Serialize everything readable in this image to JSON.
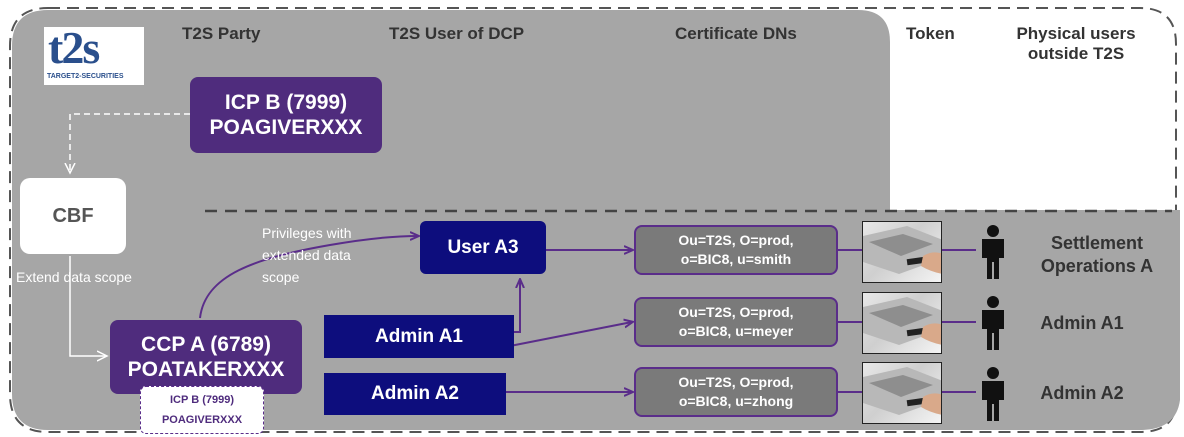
{
  "headers": {
    "party": "T2S Party",
    "user_of_dcp": "T2S User of DCP",
    "certificate_dns": "Certificate DNs",
    "token": "Token",
    "physical_users": [
      "Physical users",
      "outside T2S"
    ]
  },
  "logo": {
    "text": "t2s",
    "subtext": "TARGET2-SECURITIES"
  },
  "icp_b": {
    "line1": "ICP B (7999)",
    "line2": "POAGIVERXXX"
  },
  "cbf": {
    "label": "CBF"
  },
  "extend_label": "Extend data scope",
  "privileges_label": [
    "Privileges with",
    "extended data",
    "scope"
  ],
  "ccp_a": {
    "line1": "CCP A (6789)",
    "line2": "POATAKERXXX"
  },
  "icp_b_small": {
    "line1": "ICP B (7999)",
    "line2": "POAGIVERXXX"
  },
  "users": [
    {
      "label": "User A3"
    },
    {
      "label": "Admin A1"
    },
    {
      "label": "Admin A2"
    }
  ],
  "certificates": [
    {
      "line1": "Ou=T2S, O=prod,",
      "line2": "o=BIC8, u=smith"
    },
    {
      "line1": "Ou=T2S, O=prod,",
      "line2": "o=BIC8, u=meyer"
    },
    {
      "line1": "Ou=T2S, O=prod,",
      "line2": "o=BIC8, u=zhong"
    }
  ],
  "physical_users": [
    {
      "line1": "Settlement",
      "line2": "Operations A"
    },
    {
      "line1": "Admin A1",
      "line2": ""
    },
    {
      "line1": "Admin A2",
      "line2": ""
    }
  ],
  "colors": {
    "gray_panel": "#a6a6a6",
    "purple": "#4f2c7d",
    "navy": "#0d0d7d",
    "arrow_purple": "#5a2d8a",
    "dn_fill": "#7a7a7a"
  }
}
